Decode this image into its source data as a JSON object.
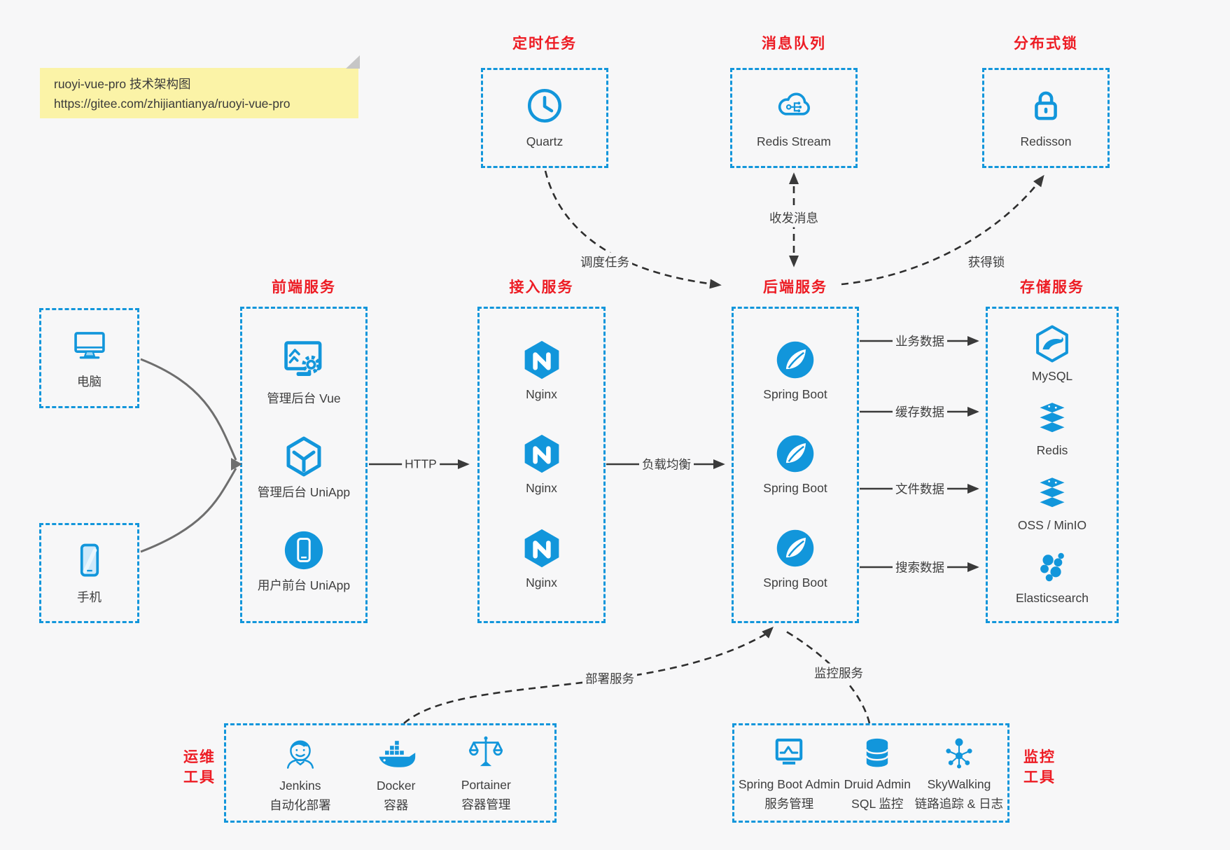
{
  "note": {
    "line1": "ruoyi-vue-pro 技术架构图",
    "line2": "https://gitee.com/zhijiantianya/ruoyi-vue-pro"
  },
  "colors": {
    "accent_blue": "#1296db",
    "title_red": "#ed1c24",
    "background": "#f7f7f8",
    "note_yellow": "#fbf3a7",
    "arrow_dark": "#3e3e3e"
  },
  "top_groups": [
    {
      "title": "定时任务",
      "icon": "clock-icon",
      "label": "Quartz"
    },
    {
      "title": "消息队列",
      "icon": "cloud-stream-icon",
      "label": "Redis Stream"
    },
    {
      "title": "分布式锁",
      "icon": "lock-icon",
      "label": "Redisson"
    }
  ],
  "clients": [
    {
      "icon": "desktop-icon",
      "label": "电脑"
    },
    {
      "icon": "mobile-icon",
      "label": "手机"
    }
  ],
  "frontend": {
    "title": "前端服务",
    "items": [
      {
        "icon": "admin-vue-icon",
        "label": "管理后台 Vue"
      },
      {
        "icon": "uniapp-cube-icon",
        "label": "管理后台 UniApp"
      },
      {
        "icon": "user-app-icon",
        "label": "用户前台 UniApp"
      }
    ]
  },
  "gateway": {
    "title": "接入服务",
    "items": [
      {
        "icon": "nginx-icon",
        "label": "Nginx"
      },
      {
        "icon": "nginx-icon",
        "label": "Nginx"
      },
      {
        "icon": "nginx-icon",
        "label": "Nginx"
      }
    ]
  },
  "backend": {
    "title": "后端服务",
    "items": [
      {
        "icon": "spring-boot-icon",
        "label": "Spring Boot"
      },
      {
        "icon": "spring-boot-icon",
        "label": "Spring Boot"
      },
      {
        "icon": "spring-boot-icon",
        "label": "Spring Boot"
      }
    ]
  },
  "storage": {
    "title": "存储服务",
    "items": [
      {
        "icon": "mysql-icon",
        "label": "MySQL"
      },
      {
        "icon": "redis-stack-icon",
        "label": "Redis"
      },
      {
        "icon": "storage-stack-icon",
        "label": "OSS / MinIO"
      },
      {
        "icon": "elasticsearch-icon",
        "label": "Elasticsearch"
      }
    ]
  },
  "ops": {
    "title_line1": "运维",
    "title_line2": "工具",
    "items": [
      {
        "icon": "jenkins-icon",
        "label": "Jenkins",
        "sublabel": "自动化部署"
      },
      {
        "icon": "docker-icon",
        "label": "Docker",
        "sublabel": "容器"
      },
      {
        "icon": "portainer-icon",
        "label": "Portainer",
        "sublabel": "容器管理"
      }
    ]
  },
  "monitoring": {
    "title_line1": "监控",
    "title_line2": "工具",
    "items": [
      {
        "icon": "spring-boot-admin-icon",
        "label": "Spring Boot Admin",
        "sublabel": "服务管理"
      },
      {
        "icon": "druid-db-icon",
        "label": "Druid Admin",
        "sublabel": "SQL 监控"
      },
      {
        "icon": "skywalking-icon",
        "label": "SkyWalking",
        "sublabel": "链路追踪 & 日志"
      }
    ]
  },
  "edges": {
    "http": "HTTP",
    "load_balance": "负载均衡",
    "business_data": "业务数据",
    "cache_data": "缓存数据",
    "file_data": "文件数据",
    "search_data": "搜索数据",
    "schedule_task": "调度任务",
    "send_receive_msg": "收发消息",
    "acquire_lock": "获得锁",
    "deploy_service": "部署服务",
    "monitor_service": "监控服务"
  }
}
